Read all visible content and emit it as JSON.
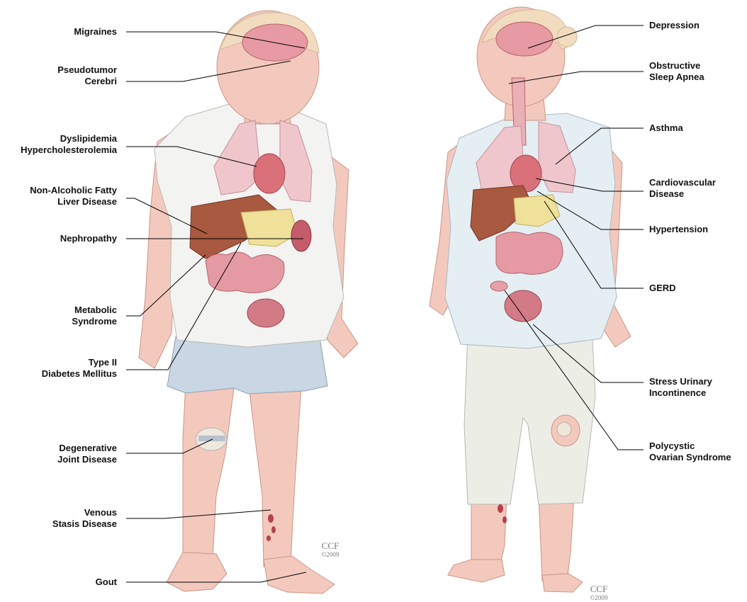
{
  "labels_left": [
    {
      "id": "migraines",
      "lines": [
        "Migraines"
      ]
    },
    {
      "id": "pseudotumor",
      "lines": [
        "Pseudotumor",
        "Cerebri"
      ]
    },
    {
      "id": "dyslipidemia",
      "lines": [
        "Dyslipidemia",
        "Hypercholesterolemia"
      ]
    },
    {
      "id": "nafld",
      "lines": [
        "Non-Alcoholic Fatty",
        "Liver Disease"
      ]
    },
    {
      "id": "nephropathy",
      "lines": [
        "Nephropathy"
      ]
    },
    {
      "id": "metabolic",
      "lines": [
        "Metabolic",
        "Syndrome"
      ]
    },
    {
      "id": "diabetes",
      "lines": [
        "Type II",
        "Diabetes Mellitus"
      ]
    },
    {
      "id": "djd",
      "lines": [
        "Degenerative",
        "Joint Disease"
      ]
    },
    {
      "id": "venous",
      "lines": [
        "Venous",
        "Stasis Disease"
      ]
    },
    {
      "id": "gout",
      "lines": [
        "Gout"
      ]
    }
  ],
  "labels_right": [
    {
      "id": "depression",
      "lines": [
        "Depression"
      ]
    },
    {
      "id": "osa",
      "lines": [
        "Obstructive",
        "Sleep Apnea"
      ]
    },
    {
      "id": "asthma",
      "lines": [
        "Asthma"
      ]
    },
    {
      "id": "cvd",
      "lines": [
        "Cardiovascular",
        "Disease"
      ]
    },
    {
      "id": "hypertension",
      "lines": [
        "Hypertension"
      ]
    },
    {
      "id": "gerd",
      "lines": [
        "GERD"
      ]
    },
    {
      "id": "sui",
      "lines": [
        "Stress Urinary",
        "Incontinence"
      ]
    },
    {
      "id": "pcos",
      "lines": [
        "Polycystic",
        "Ovarian Syndrome"
      ]
    }
  ],
  "credits": [
    {
      "mark": "CCF",
      "year": "©2009"
    },
    {
      "mark": "CCF",
      "year": "©2009"
    }
  ],
  "colors": {
    "skin": "#f4c9bd",
    "skin_shade": "#e7ab9c",
    "shirt": "#f3f3f1",
    "shirt_blue": "#e4eef3",
    "shorts": "#c9d6e3",
    "pants": "#eceee6",
    "hair": "#f1dcc0",
    "lung": "#efc6cc",
    "heart": "#d9707a",
    "liver": "#a9593f",
    "stomach": "#efe09a",
    "intestine": "#e59aa3",
    "kidney": "#c45c6a",
    "bladder": "#d27a86",
    "brain": "#e79aa3",
    "leader": "#000000"
  }
}
